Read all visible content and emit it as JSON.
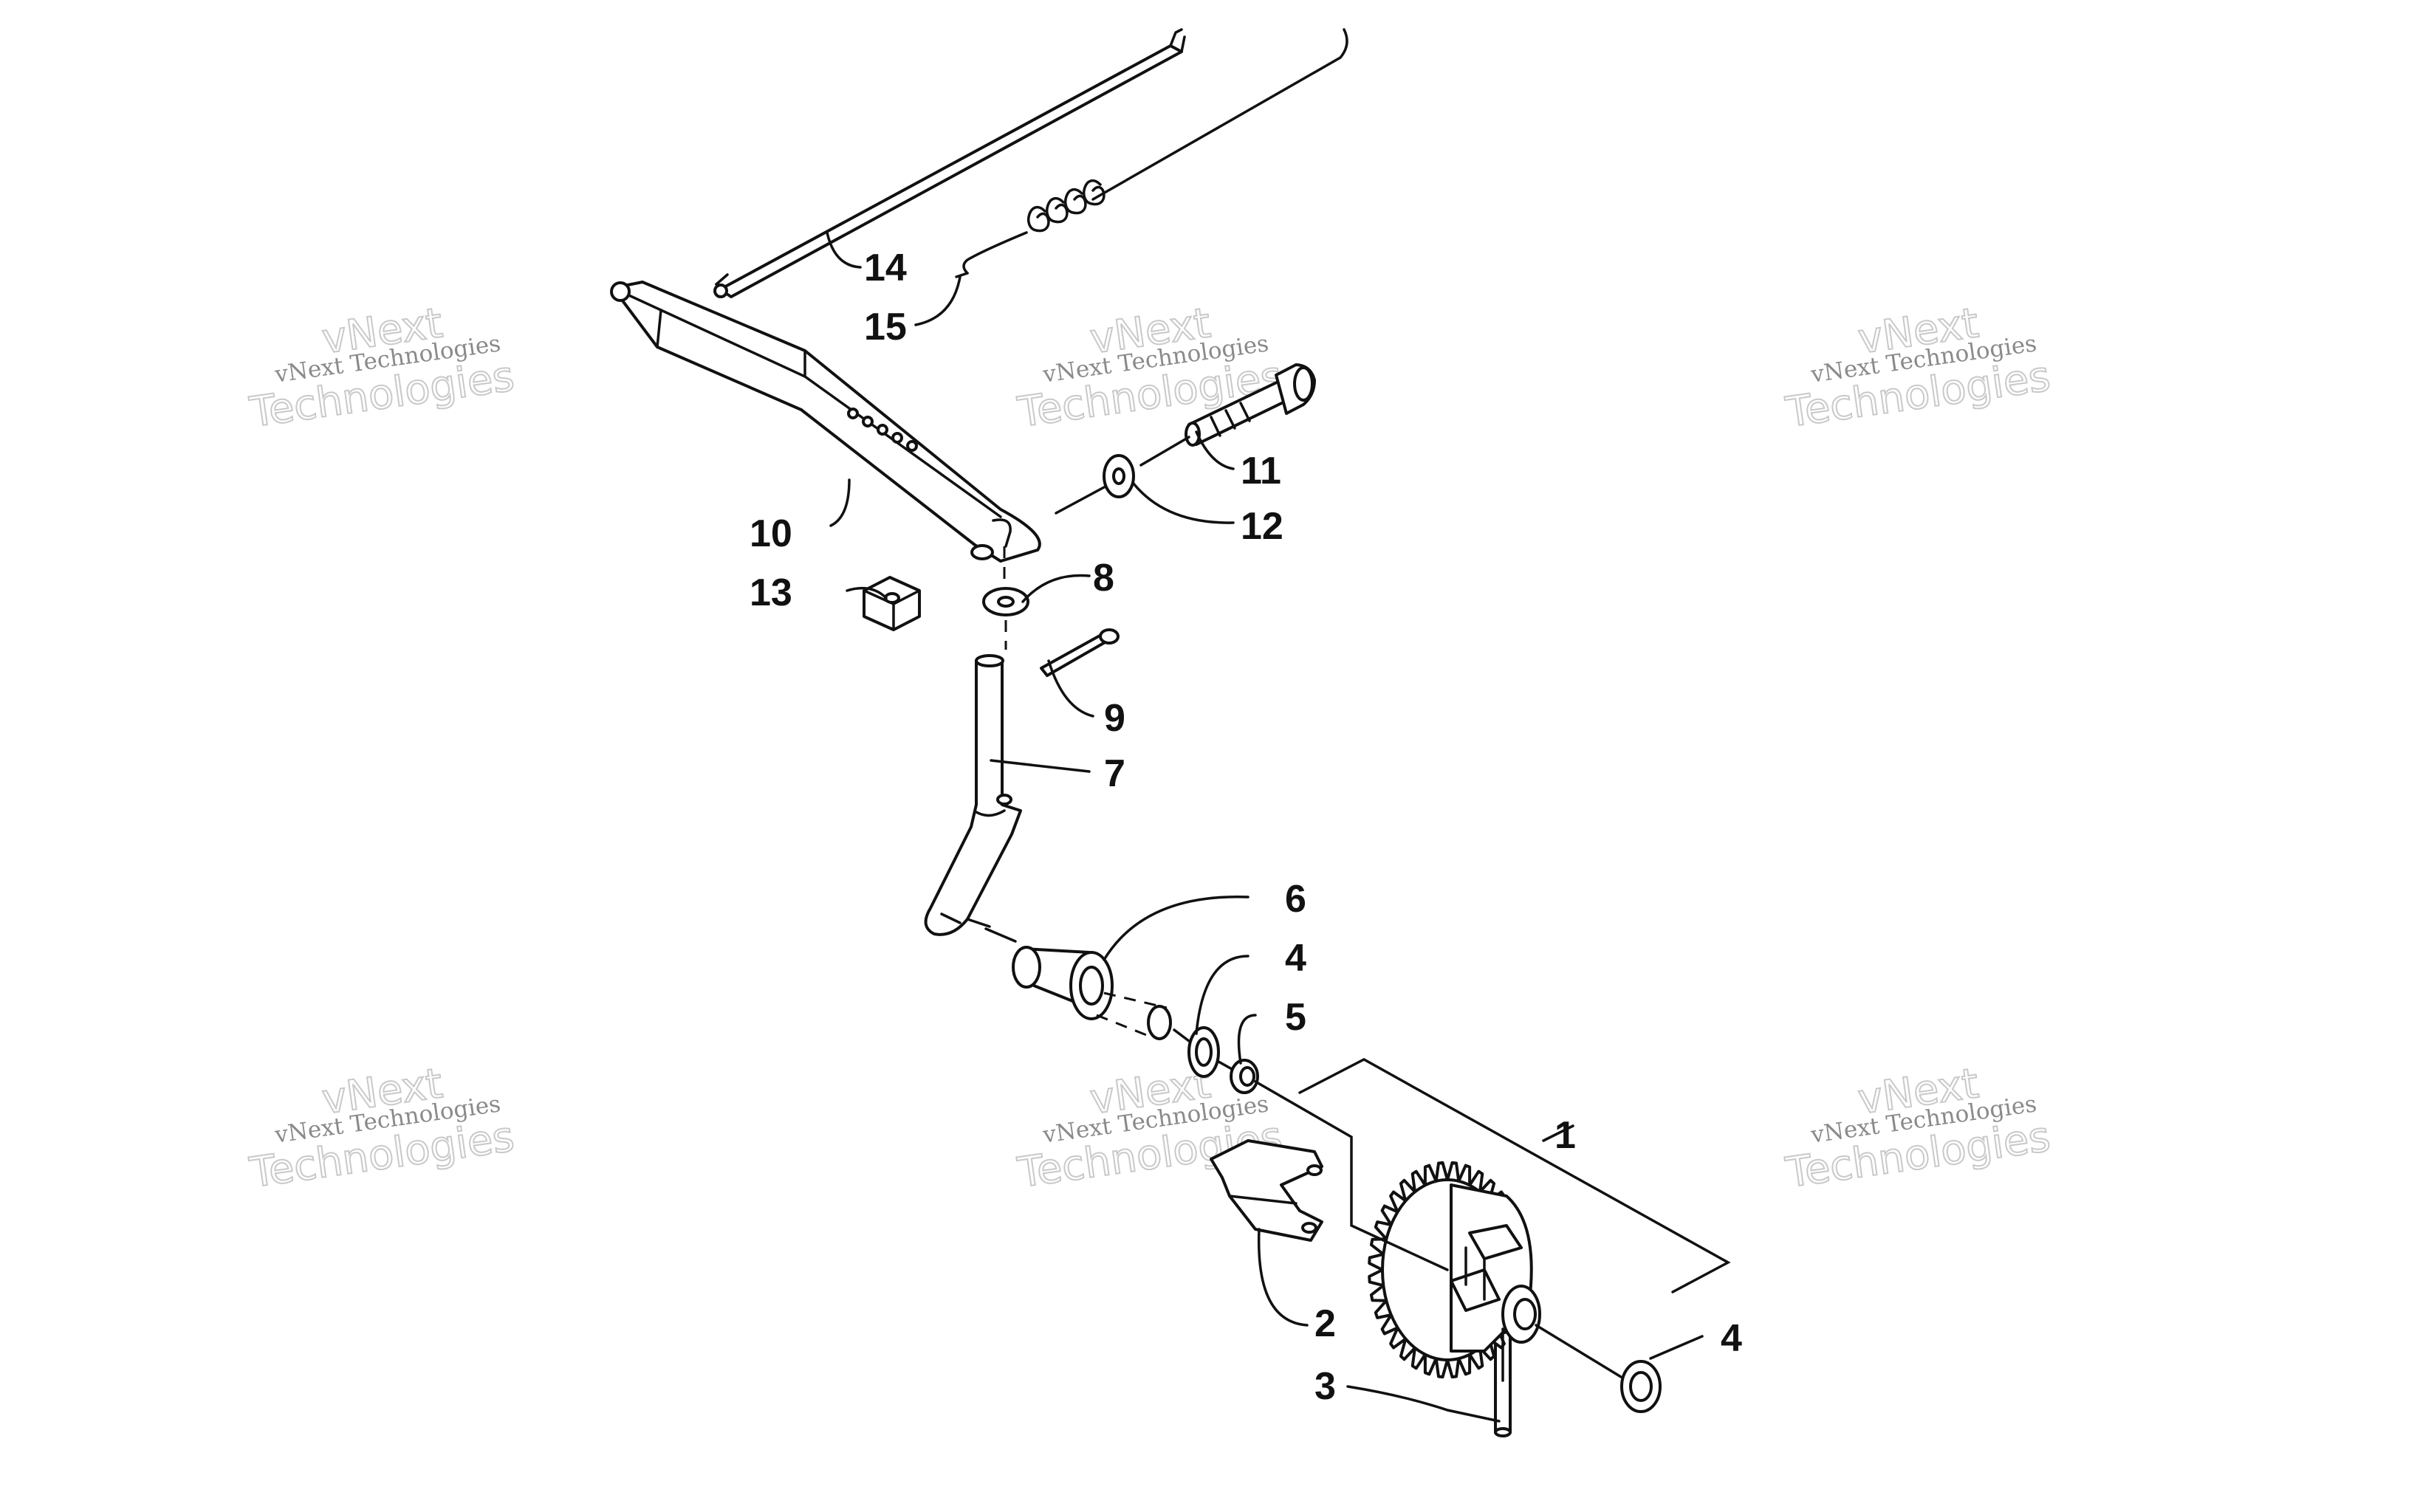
{
  "callouts": {
    "c1": "1",
    "c2": "2",
    "c3": "3",
    "c4a": "4",
    "c4b": "4",
    "c5": "5",
    "c6": "6",
    "c7": "7",
    "c8": "8",
    "c9": "9",
    "c10": "10",
    "c11": "11",
    "c12": "12",
    "c13": "13",
    "c14": "14",
    "c15": "15"
  },
  "watermark": {
    "small_text": "vNext Technologies",
    "line1": "vNext",
    "line2": "Technologies"
  }
}
